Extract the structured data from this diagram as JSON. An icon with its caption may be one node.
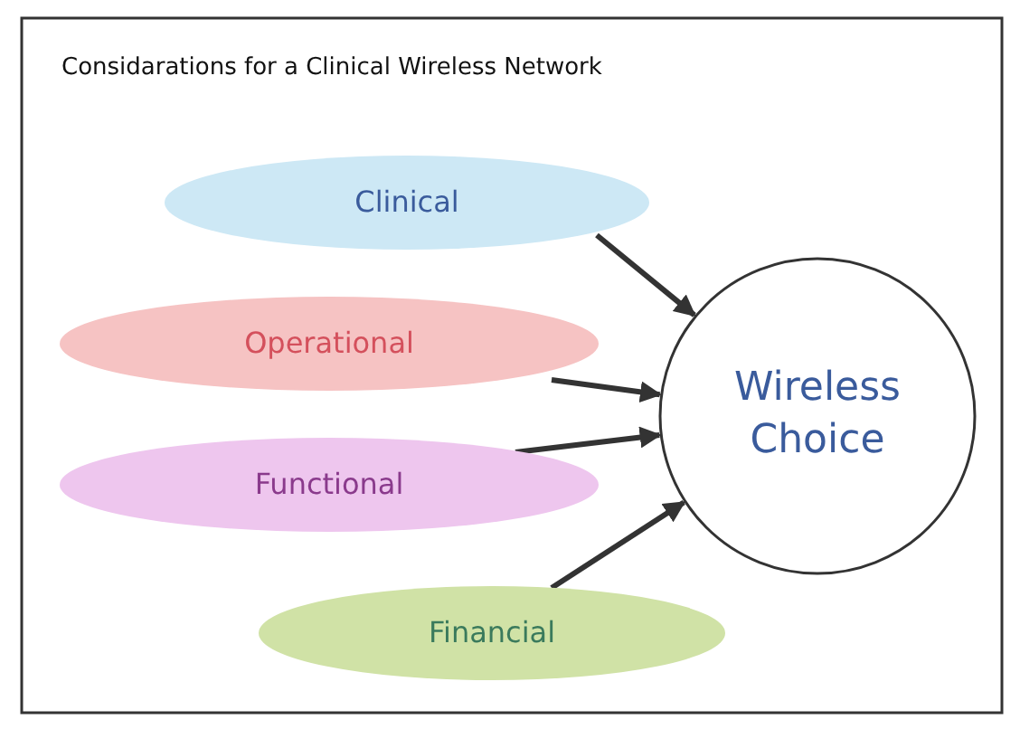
{
  "diagram": {
    "title": "Considarations for a Clinical Wireless Network",
    "nodes": [
      {
        "text": [
          "Clinical"
        ]
      },
      {
        "text": [
          "Operational"
        ]
      },
      {
        "text": [
          "Functional"
        ]
      },
      {
        "text": [
          "Financial"
        ]
      },
      {
        "text": [
          "Wireless Choice"
        ]
      }
    ],
    "edges": [
      {
        "from": 0,
        "to": 4,
        "arrow": "to"
      },
      {
        "from": 1,
        "to": 4,
        "arrow": "to"
      },
      {
        "from": 2,
        "to": 4,
        "arrow": "to"
      },
      {
        "from": 3,
        "to": 4,
        "arrow": "to"
      }
    ]
  }
}
